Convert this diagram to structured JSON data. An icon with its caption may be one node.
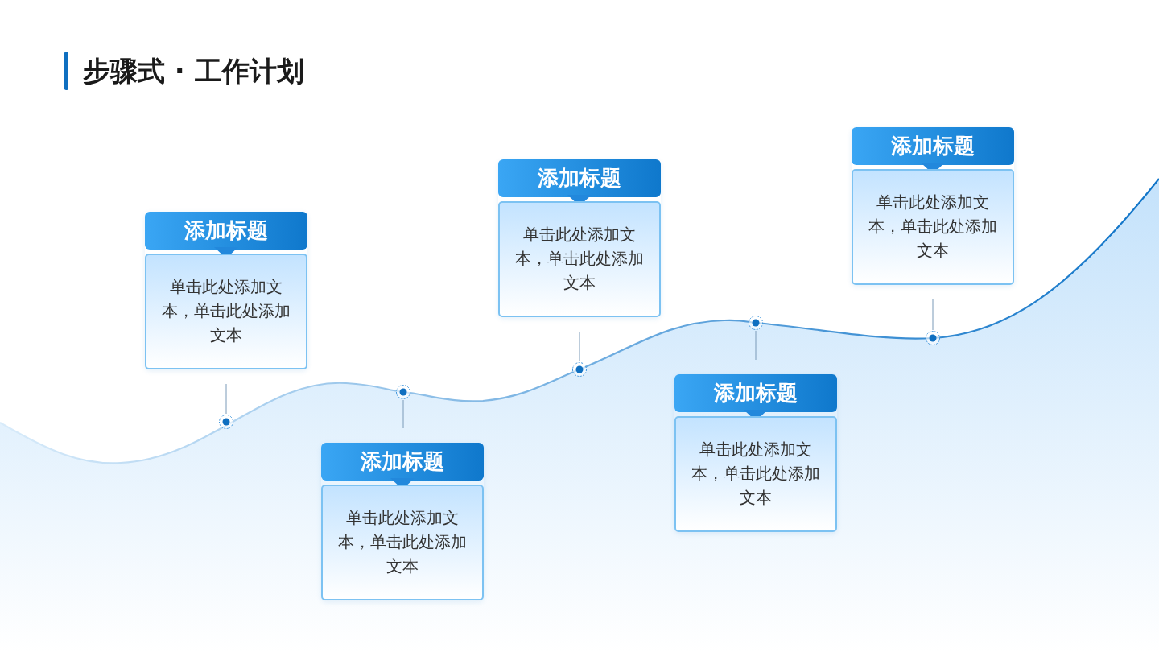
{
  "diagram": {
    "title": "步骤式 · 工作计划",
    "nodes": [
      {
        "text": [
          "添加标题",
          "单击此处添加文本，单击此处添加文本"
        ]
      },
      {
        "text": [
          "添加标题",
          "单击此处添加文本，单击此处添加文本"
        ]
      },
      {
        "text": [
          "添加标题",
          "单击此处添加文本，单击此处添加文本"
        ]
      },
      {
        "text": [
          "添加标题",
          "单击此处添加文本，单击此处添加文本"
        ]
      },
      {
        "text": [
          "添加标题",
          "单击此处添加文本，单击此处添加文本"
        ]
      },
      {
        "text": [],
        "shape": "circle"
      },
      {
        "text": [],
        "shape": "circle"
      },
      {
        "text": [],
        "shape": "circle"
      },
      {
        "text": [],
        "shape": "circle"
      },
      {
        "text": [],
        "shape": "circle"
      }
    ],
    "edges": [
      {
        "from": 0,
        "to": 5,
        "arrow": "none"
      },
      {
        "from": 1,
        "to": 6,
        "arrow": "none"
      },
      {
        "from": 2,
        "to": 7,
        "arrow": "none"
      },
      {
        "from": 3,
        "to": 8,
        "arrow": "none"
      },
      {
        "from": 4,
        "to": 9,
        "arrow": "none"
      }
    ]
  }
}
